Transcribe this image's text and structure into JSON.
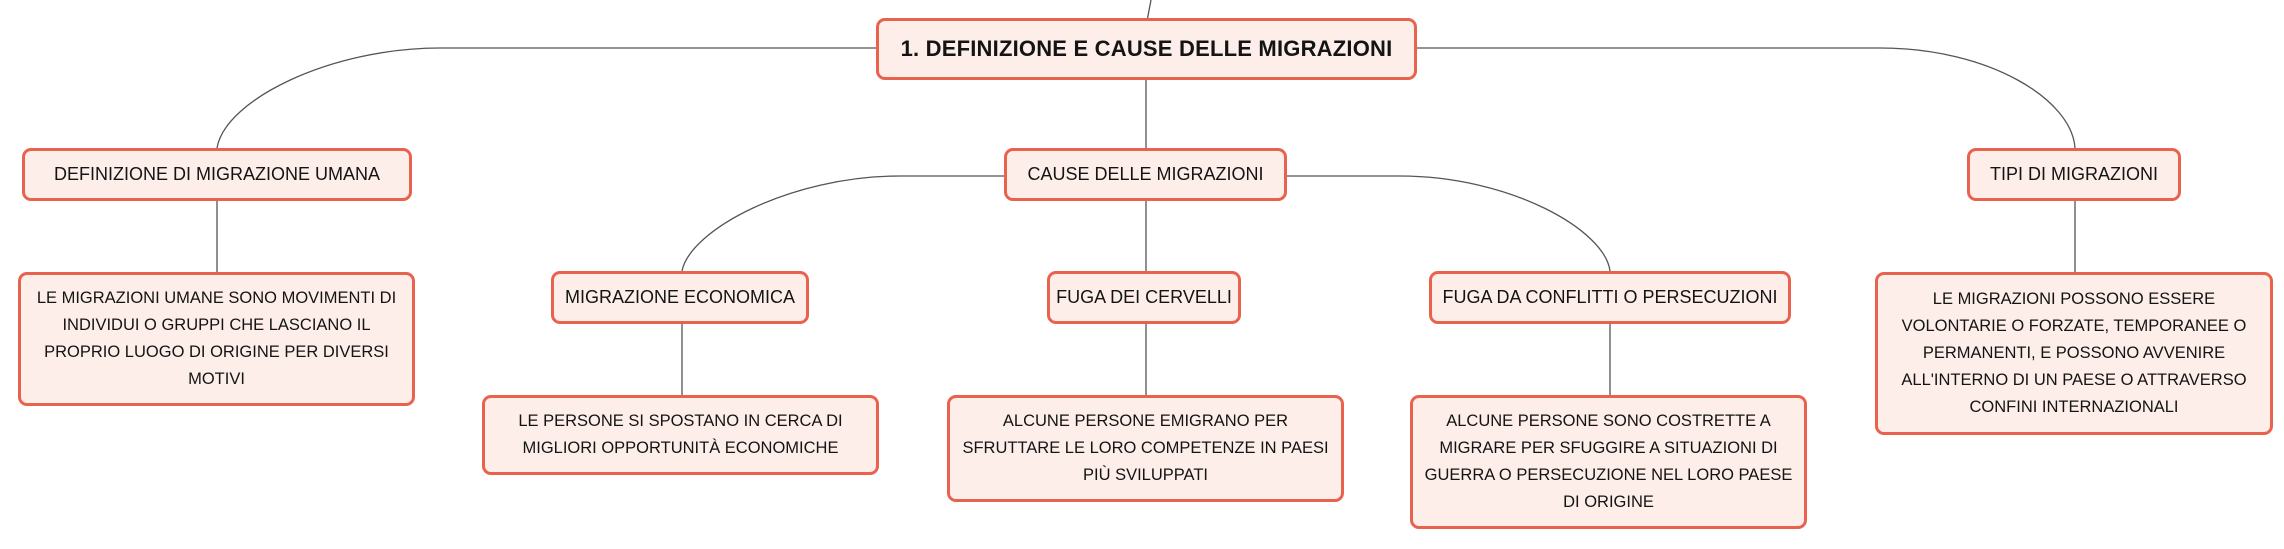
{
  "mindmap": {
    "root": "1. DEFINIZIONE E CAUSE DELLE MIGRAZIONI",
    "definizione": {
      "title": "DEFINIZIONE DI MIGRAZIONE UMANA",
      "text": "LE MIGRAZIONI UMANE SONO MOVIMENTI DI INDIVIDUI O GRUPPI CHE LASCIANO IL PROPRIO LUOGO DI ORIGINE PER DIVERSI MOTIVI"
    },
    "cause": {
      "title": "CAUSE DELLE MIGRAZIONI",
      "economica": {
        "title": "MIGRAZIONE ECONOMICA",
        "text": "LE PERSONE SI SPOSTANO IN CERCA DI MIGLIORI OPPORTUNITÀ ECONOMICHE"
      },
      "cervelli": {
        "title": "FUGA DEI CERVELLI",
        "text": "ALCUNE PERSONE EMIGRANO PER SFRUTTARE LE LORO COMPETENZE IN PAESI PIÙ SVILUPPATI"
      },
      "conflitti": {
        "title": "FUGA DA CONFLITTI O PERSECUZIONI",
        "text": "ALCUNE PERSONE SONO COSTRETTE A MIGRARE PER SFUGGIRE A SITUAZIONI DI GUERRA O PERSECUZIONE NEL LORO PAESE DI ORIGINE"
      }
    },
    "tipi": {
      "title": "TIPI DI MIGRAZIONI",
      "text": "LE MIGRAZIONI POSSONO ESSERE VOLONTARIE O FORZATE, TEMPORANEE O PERMANENTI, E POSSONO AVVENIRE ALL'INTERNO DI UN PAESE O ATTRAVERSO CONFINI INTERNAZIONALI"
    }
  }
}
